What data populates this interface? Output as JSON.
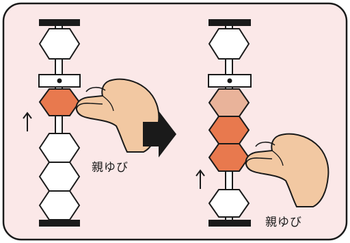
{
  "labels": {
    "left_caption": "親ゆび",
    "right_caption": "親ゆび"
  },
  "colors": {
    "background": "#fbe8e8",
    "frame": "#1a1a1a",
    "bead_white": "#ffffff",
    "bead_active": "#e8794e",
    "bead_faded": "#e9b39a",
    "hand_skin": "#f2c8a2",
    "arrow": "#1a1a1a"
  },
  "panels": [
    {
      "name": "before",
      "upper_bead_count": 1,
      "lower_bead_count": 4,
      "pushed_up_beads": 1
    },
    {
      "name": "after",
      "upper_bead_count": 1,
      "lower_bead_count": 4,
      "pushed_up_beads": 3
    }
  ]
}
